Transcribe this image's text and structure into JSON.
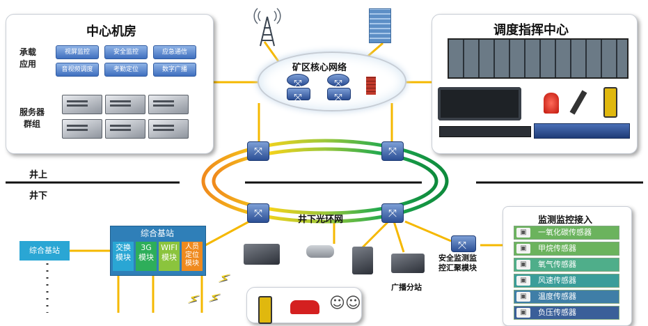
{
  "data_center": {
    "title": "中心机房",
    "apps_label": "承载\n应用",
    "servers_label": "服务器\n群组",
    "apps": [
      "视屏监控",
      "安全监控",
      "应急通信",
      "音视频调度",
      "考勤定位",
      "数字广播"
    ]
  },
  "core_network": {
    "title": "矿区核心网络"
  },
  "dispatch_center": {
    "title": "调度指挥中心"
  },
  "divider": {
    "above": "井上",
    "below": "井下"
  },
  "ring": {
    "label": "井下光环网"
  },
  "small_station": {
    "label": "综合基站"
  },
  "station": {
    "title": "综合基站",
    "modules": [
      {
        "label": "交换\n模块",
        "color": "#2aa6d4"
      },
      {
        "label": "3G\n模块",
        "color": "#2eae5a"
      },
      {
        "label": "WIFI\n模块",
        "color": "#8bc43d"
      },
      {
        "label": "人员\n定位\n模块",
        "color": "#ef8a1e"
      }
    ]
  },
  "devices": {
    "broadcast_label": "广播分站",
    "aggregation_label": "安全监测监\n控汇聚模块"
  },
  "monitoring": {
    "title": "监测监控接入",
    "sensors": [
      {
        "label": "一氧化碳传感器",
        "color": "#6bb35d"
      },
      {
        "label": "甲烷传感器",
        "color": "#6bb35d"
      },
      {
        "label": "氧气传感器",
        "color": "#4fae8a"
      },
      {
        "label": "风速传感器",
        "color": "#3a9d9a"
      },
      {
        "label": "温度传感器",
        "color": "#3f7ea7"
      },
      {
        "label": "负压传感器",
        "color": "#3a5f99"
      }
    ]
  },
  "colors": {
    "link": "#f5b800",
    "panel_border": "#c9ced6",
    "accent_blue": "#3f6fbf"
  }
}
